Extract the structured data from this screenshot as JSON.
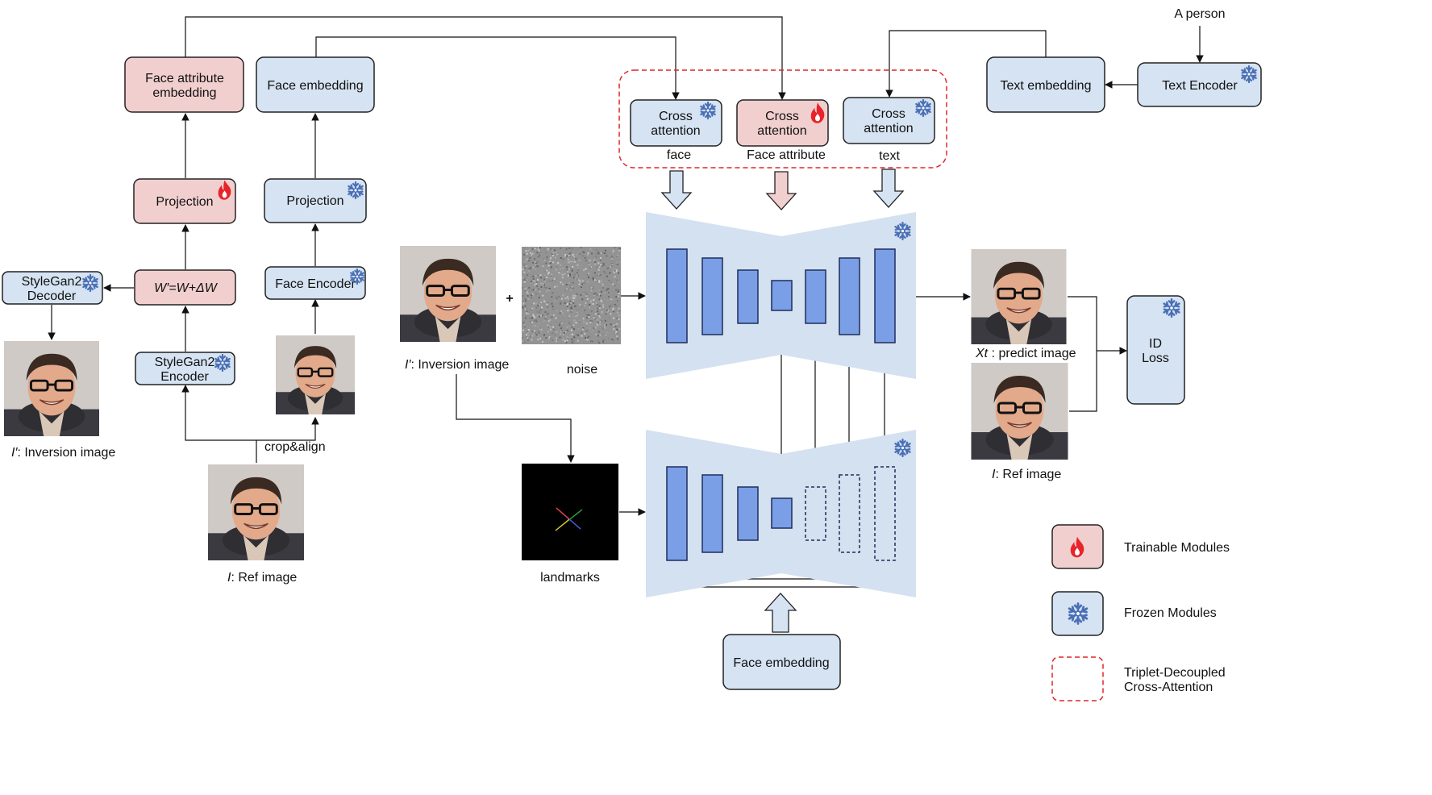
{
  "top": {
    "a_person": "A person",
    "text_encoder": "Text Encoder",
    "text_embedding": "Text embedding"
  },
  "left": {
    "face_attr_embedding_l1": "Face attribute",
    "face_attr_embedding_l2": "embedding",
    "face_embedding": "Face embedding",
    "projection_trainable": "Projection",
    "projection_frozen": "Projection",
    "w_prime": "W′=W+ΔW",
    "face_encoder": "Face Encoder",
    "stylegan_decoder_l1": "StyleGan2",
    "stylegan_decoder_l2": "Decoder",
    "stylegan_encoder_l1": "StyleGan2",
    "stylegan_encoder_l2": "Encoder",
    "crop_align": "crop&align",
    "inversion_caption_sym": "I′",
    "inversion_caption_text": ": Inversion image",
    "ref_caption_sym": "I",
    "ref_caption_text": ": Ref image"
  },
  "cross_attention": {
    "face": {
      "l1": "Cross",
      "l2": "attention",
      "caption": "face"
    },
    "attr": {
      "l1": "Cross",
      "l2": "attention",
      "caption": "Face attribute"
    },
    "text": {
      "l1": "Cross",
      "l2": "attention",
      "caption": "text"
    }
  },
  "middle": {
    "inversion_caption_sym": "I′",
    "inversion_caption_text": ": Inversion image",
    "noise_caption": "noise",
    "plus": "+",
    "landmarks_caption": "landmarks",
    "face_embedding_bottom": "Face embedding"
  },
  "right": {
    "predict_caption_sym": "Xt",
    "predict_caption_text": " : predict image",
    "ref_caption_sym": "I",
    "ref_caption_text": ": Ref image",
    "id_loss_l1": "ID",
    "id_loss_l2": "Loss"
  },
  "legend": {
    "trainable": "Trainable Modules",
    "frozen": "Frozen Modules",
    "triplet_l1": "Triplet-Decoupled",
    "triplet_l2": "Cross-Attention"
  },
  "colors": {
    "trainable_fill": "#f2cfcf",
    "frozen_fill": "#d5e3f2",
    "unet_bg": "#d3e1f0",
    "block_fill": "#7b9fe6",
    "block_stroke": "#1e2e5c",
    "dashed_red": "#e0262a",
    "flame": "#e8242a",
    "snowflake": "#4a6fb5"
  }
}
